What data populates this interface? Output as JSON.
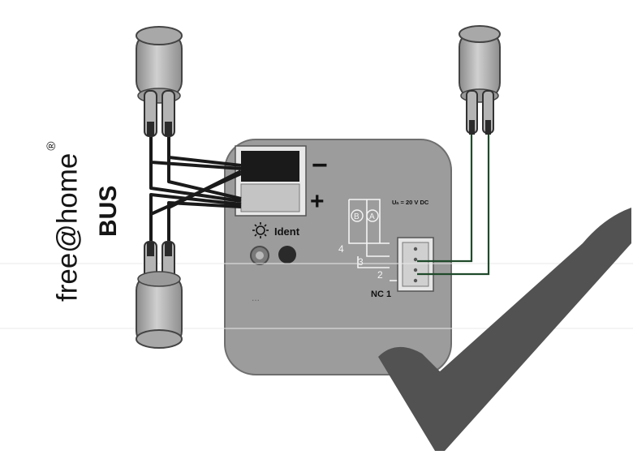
{
  "labels": {
    "brand": "free@home",
    "registered": "®",
    "bus": "BUS",
    "minus": "−",
    "plus": "+",
    "ident": "Ident",
    "voltage": "Uₙ = 20 V DC",
    "symbol_b": "B",
    "symbol_a": "A",
    "pin_4": "4",
    "pin_3": "3",
    "pin_2": "2",
    "pin_nc1": "NC 1",
    "dots": "..."
  },
  "colors": {
    "device_body": "#9c9c9c",
    "terminal_black": "#1a1a1a",
    "terminal_grey": "#c4c4c4",
    "cable_sheath": "#b4b4b4",
    "wire_black": "#1a1a1a",
    "wire_green": "#1f4a2a",
    "checkmark": "#525252"
  },
  "icons": [
    "sun-icon",
    "checkmark-icon"
  ]
}
